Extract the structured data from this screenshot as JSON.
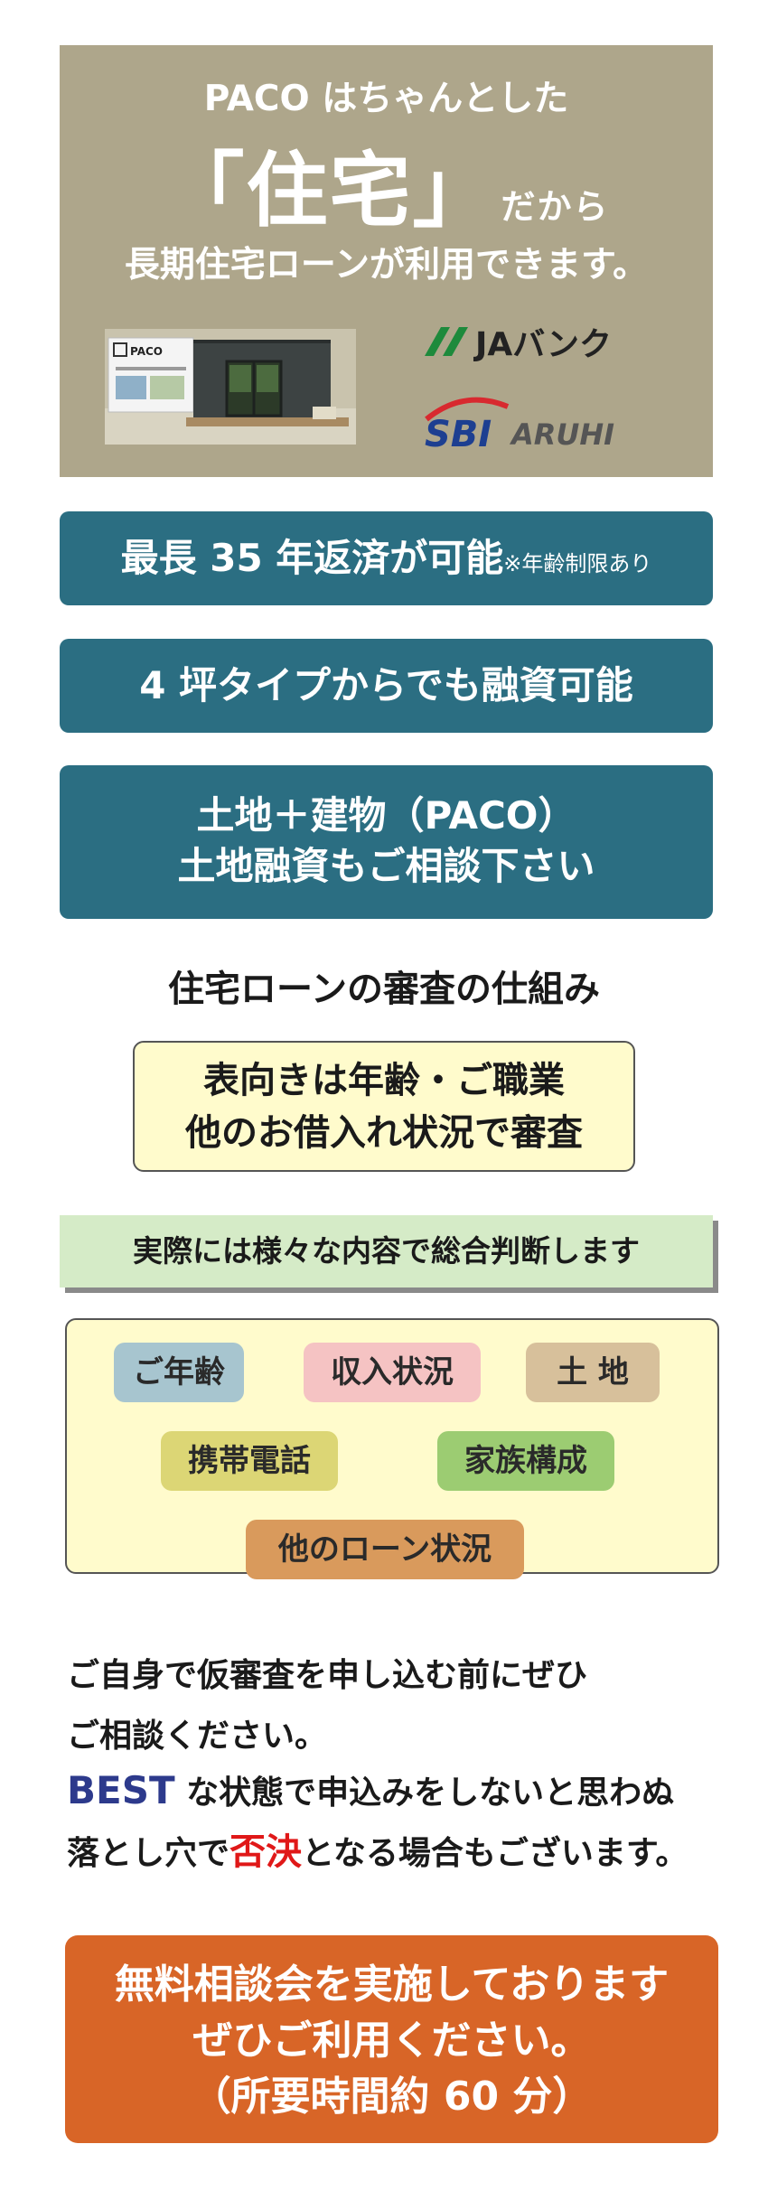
{
  "hero": {
    "line1": "PACO はちゃんとした",
    "line2_main": "「住宅」",
    "line2_suffix": "だから",
    "line3": "長期住宅ローンが利用できます。",
    "photo_sign": "PACO",
    "ja_logo_text": "JAバンク",
    "sbi_logo_text": "SBI",
    "aruhi_logo_text": "ARUHI",
    "colors": {
      "panel": "#aea68b",
      "ja_green": "#1e8a3c",
      "sbi_blue": "#1d3f91",
      "sbi_red": "#d8292f"
    }
  },
  "banners": {
    "max_repay": "最長 35 年返済が可能",
    "max_repay_note": "※年齢制限あり",
    "four_tsubo": "4 坪タイプからでも融資可能",
    "land_line1": "土地＋建物（PACO）",
    "land_line2": "土地融資もご相談下さい"
  },
  "loan_title": "住宅ローンの審査の仕組み",
  "surface": {
    "line1": "表向きは年齢・ご職業",
    "line2": "他のお借入れ状況で審査"
  },
  "comprehensive": "実際には様々な内容で総合判断します",
  "factors": {
    "age": "ご年齢",
    "income": "収入状況",
    "land": "土 地",
    "mobile": "携帯電話",
    "family": "家族構成",
    "other_loan": "他のローン状況"
  },
  "advice": {
    "line1": "ご自身で仮審査を申し込む前にぜひ",
    "line2": "ご相談ください。",
    "best": "BEST",
    "line3_rest": " な状態で申込みをしないと思わぬ",
    "line4_pre": "落とし穴で",
    "line4_reject": "否決",
    "line4_post": "となる場合もございます。"
  },
  "cta": {
    "line1": "無料相談会を実施しております",
    "line2": "ぜひご利用ください。",
    "line3": "（所要時間約 60 分）"
  }
}
